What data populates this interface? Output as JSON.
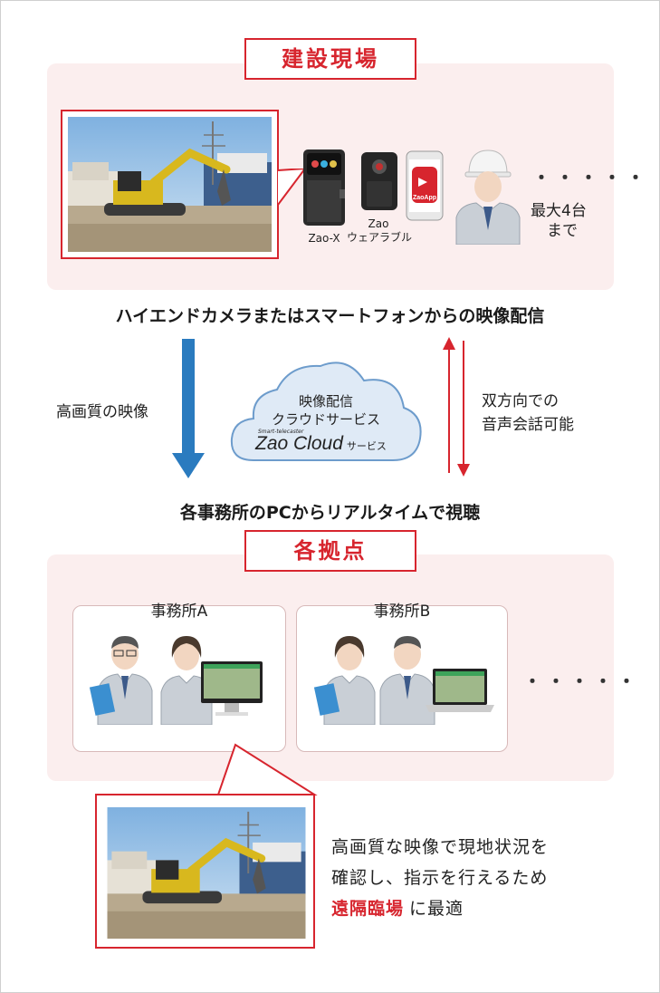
{
  "site": {
    "title": "建設現場",
    "devices": [
      {
        "label": "Zao-X"
      },
      {
        "label": "Zao\nウェアラブル"
      }
    ],
    "app_icon_text": "ZaoApp",
    "dots": "・・・・・",
    "max_note_line1": "最大4台",
    "max_note_line2": "まで"
  },
  "flow": {
    "upload_caption": "ハイエンドカメラまたはスマートフォンからの映像配信",
    "left_label": "高画質の映像",
    "right_label_line1": "双方向での",
    "right_label_line2": "音声会話可能",
    "cloud_line1": "映像配信",
    "cloud_line2": "クラウドサービス",
    "cloud_brand_small": "Smart-telecaster",
    "cloud_brand": "Zao Cloud",
    "cloud_brand_suffix": "サービス",
    "view_caption": "各事務所のPCからリアルタイムで視聴"
  },
  "bases": {
    "title": "各拠点",
    "office_a": "事務所A",
    "office_b": "事務所B",
    "dots": "・・・・・"
  },
  "note": {
    "line1": "高画質な映像で現地状況を",
    "line2": "確認し、指示を行えるため",
    "highlight": "遠隔臨場",
    "line3_rest": "に最適"
  },
  "colors": {
    "accent_red": "#d7252e",
    "arrow_blue": "#2a7bbf",
    "panel_pink": "#fbeeee",
    "cloud_fill": "#dfeaf6",
    "cloud_stroke": "#6d9ccc"
  }
}
